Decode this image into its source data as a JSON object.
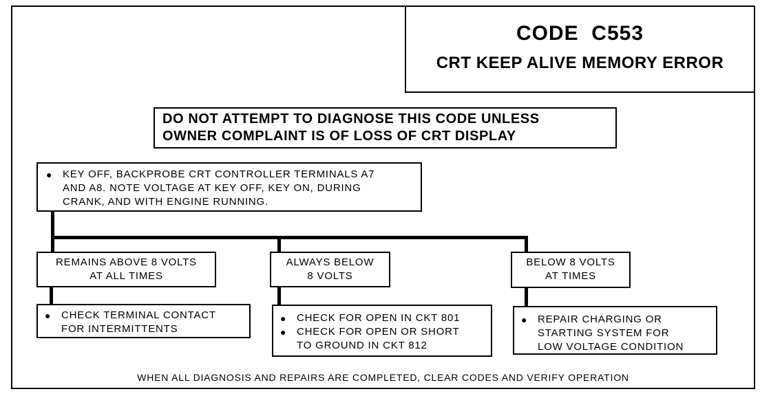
{
  "title": {
    "code": "CODE  C553",
    "subtitle": "CRT KEEP ALIVE MEMORY ERROR"
  },
  "warning": {
    "line1": "DO NOT ATTEMPT TO DIAGNOSE THIS CODE UNLESS",
    "line2": "OWNER COMPLAINT IS OF LOSS OF CRT DISPLAY"
  },
  "step": {
    "line1": "KEY OFF, BACKPROBE CRT CONTROLLER TERMINALS A7",
    "line2": "AND A8. NOTE VOLTAGE AT KEY OFF, KEY ON, DURING",
    "line3": "CRANK, AND WITH ENGINE RUNNING."
  },
  "results": [
    {
      "line1": "REMAINS ABOVE 8 VOLTS",
      "line2": "AT ALL TIMES"
    },
    {
      "line1": "ALWAYS BELOW",
      "line2": "8 VOLTS"
    },
    {
      "line1": "BELOW 8 VOLTS",
      "line2": "AT TIMES"
    }
  ],
  "actions": [
    {
      "items": [
        {
          "line1": "CHECK TERMINAL CONTACT",
          "line2": "FOR INTERMITTENTS"
        }
      ]
    },
    {
      "items": [
        {
          "line1": "CHECK FOR OPEN IN CKT 801",
          "line2": ""
        },
        {
          "line1": "CHECK FOR OPEN OR SHORT",
          "line2": "TO GROUND IN CKT 812"
        }
      ]
    },
    {
      "items": [
        {
          "line1": "REPAIR CHARGING OR",
          "line2": "STARTING SYSTEM FOR",
          "line3": "LOW VOLTAGE CONDITION"
        }
      ]
    }
  ],
  "bullet_glyph": "●",
  "footer": "WHEN ALL DIAGNOSIS AND REPAIRS ARE COMPLETED, CLEAR CODES AND VERIFY OPERATION"
}
